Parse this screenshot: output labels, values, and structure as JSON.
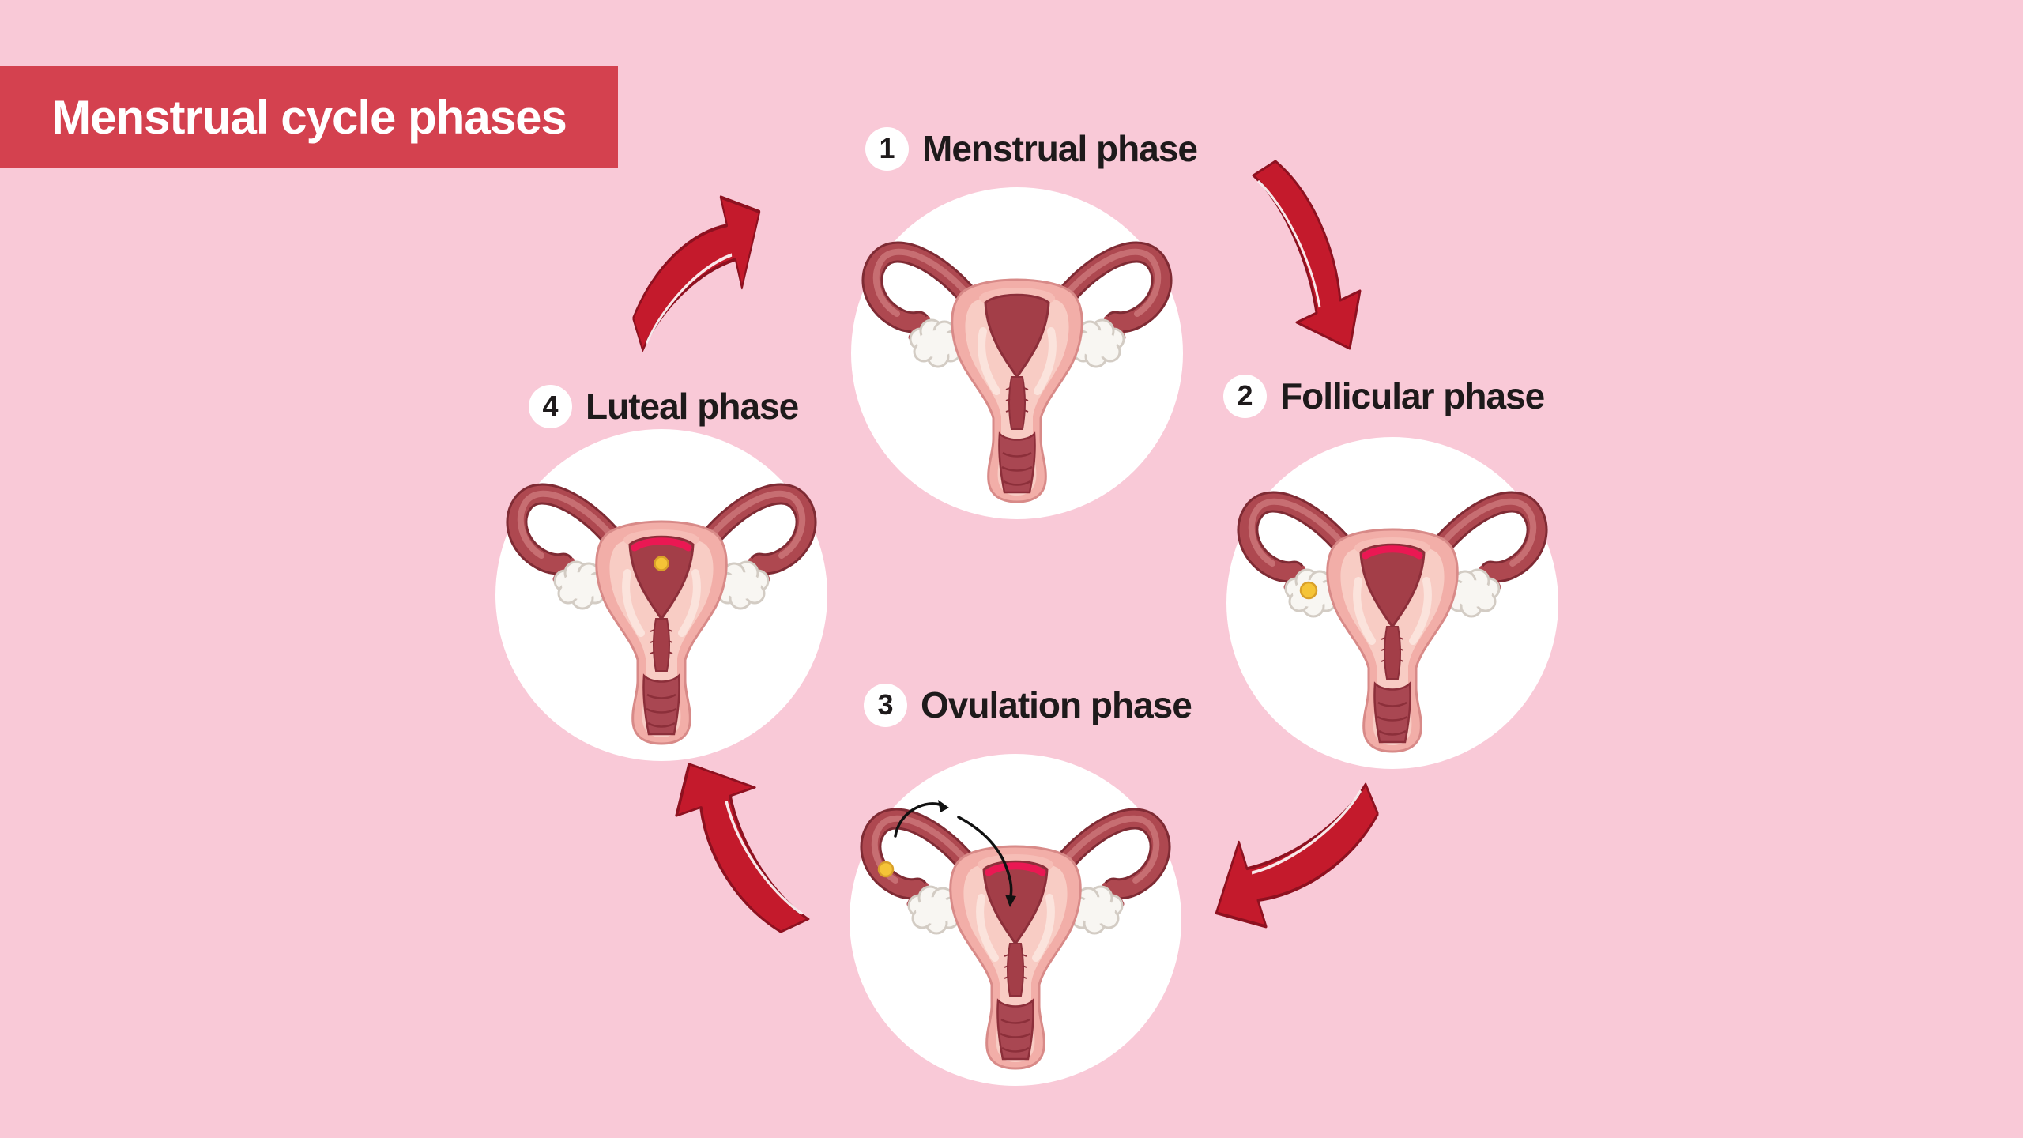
{
  "title": "Menstrual cycle phases",
  "colors": {
    "background": "#F9C9D7",
    "banner": "#D4414F",
    "arrow": "#C41A2C",
    "label_text": "#1E1A1B",
    "egg_yellow": "#F5C437",
    "uterus_pink": "#F2AEA8",
    "cavity_red": "#A33E48"
  },
  "phases": [
    {
      "number": "1",
      "label": "Menstrual phase",
      "marker": "none"
    },
    {
      "number": "2",
      "label": "Follicular phase",
      "marker": "egg-in-left-ovary"
    },
    {
      "number": "3",
      "label": "Ovulation phase",
      "marker": "egg-traveling-into-uterus"
    },
    {
      "number": "4",
      "label": "Luteal phase",
      "marker": "egg-in-uterine-cavity"
    }
  ],
  "icons": {
    "illustration": "uterus-diagram",
    "cycle_arrow": "curved-red-arrow"
  }
}
